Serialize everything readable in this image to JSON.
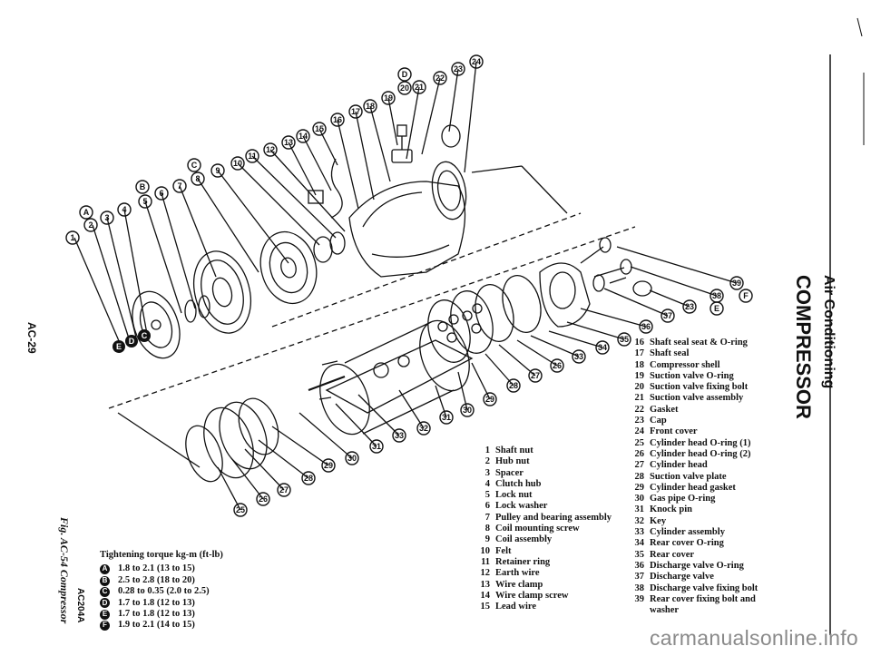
{
  "section": "Air Conditioning",
  "chapter": "COMPRESSOR",
  "page_number": "AC-29",
  "figure_caption": "Fig. AC-54 Compressor",
  "figure_code": "AC204A",
  "torque": {
    "heading": "Tightening torque kg-m (ft-lb)",
    "items": [
      {
        "key": "A",
        "value": "1.8 to 2.1 (13 to 15)"
      },
      {
        "key": "B",
        "value": "2.5 to 2.8 (18 to 20)"
      },
      {
        "key": "C",
        "value": "0.28 to 0.35 (2.0 to 2.5)"
      },
      {
        "key": "D",
        "value": "1.7 to 1.8 (12 to 13)"
      },
      {
        "key": "E",
        "value": "1.7 to 1.8 (12 to 13)"
      },
      {
        "key": "F",
        "value": "1.9 to 2.1 (14 to 15)"
      }
    ]
  },
  "parts_left": [
    {
      "num": "1",
      "name": "Shaft nut"
    },
    {
      "num": "2",
      "name": "Hub nut"
    },
    {
      "num": "3",
      "name": "Spacer"
    },
    {
      "num": "4",
      "name": "Clutch hub"
    },
    {
      "num": "5",
      "name": "Lock nut"
    },
    {
      "num": "6",
      "name": "Lock washer"
    },
    {
      "num": "7",
      "name": "Pulley and bearing assembly"
    },
    {
      "num": "8",
      "name": "Coil mounting screw"
    },
    {
      "num": "9",
      "name": "Coil assembly"
    },
    {
      "num": "10",
      "name": "Felt"
    },
    {
      "num": "11",
      "name": "Retainer ring"
    },
    {
      "num": "12",
      "name": "Earth wire"
    },
    {
      "num": "13",
      "name": "Wire clamp"
    },
    {
      "num": "14",
      "name": "Wire clamp screw"
    },
    {
      "num": "15",
      "name": "Lead wire"
    }
  ],
  "parts_right": [
    {
      "num": "16",
      "name": "Shaft seal seat & O-ring"
    },
    {
      "num": "17",
      "name": "Shaft seal"
    },
    {
      "num": "18",
      "name": "Compressor shell"
    },
    {
      "num": "19",
      "name": "Suction valve O-ring"
    },
    {
      "num": "20",
      "name": "Suction valve fixing bolt"
    },
    {
      "num": "21",
      "name": "Suction valve assembly"
    },
    {
      "num": "22",
      "name": "Gasket"
    },
    {
      "num": "23",
      "name": "Cap"
    },
    {
      "num": "24",
      "name": "Front cover"
    },
    {
      "num": "25",
      "name": "Cylinder head O-ring (1)"
    },
    {
      "num": "26",
      "name": "Cylinder head O-ring (2)"
    },
    {
      "num": "27",
      "name": "Cylinder head"
    },
    {
      "num": "28",
      "name": "Suction valve plate"
    },
    {
      "num": "29",
      "name": "Cylinder head gasket"
    },
    {
      "num": "30",
      "name": "Gas pipe O-ring"
    },
    {
      "num": "31",
      "name": "Knock pin"
    },
    {
      "num": "32",
      "name": "Key"
    },
    {
      "num": "33",
      "name": "Cylinder assembly"
    },
    {
      "num": "34",
      "name": "Rear cover O-ring"
    },
    {
      "num": "35",
      "name": "Rear cover"
    },
    {
      "num": "36",
      "name": "Discharge valve O-ring"
    },
    {
      "num": "37",
      "name": "Discharge valve"
    },
    {
      "num": "38",
      "name": "Discharge valve fixing bolt"
    },
    {
      "num": "39",
      "name": "Rear cover fixing bolt and",
      "cont": "washer"
    }
  ],
  "callouts": {
    "top_row": [
      "1",
      "2",
      "A",
      "3",
      "4",
      "5",
      "B",
      "6",
      "7",
      "C",
      "8",
      "9",
      "10",
      "11",
      "12",
      "13",
      "14",
      "15",
      "16",
      "17",
      "18",
      "19",
      "D",
      "20",
      "21",
      "22",
      "23",
      "24"
    ],
    "right_cluster": [
      "39",
      "F",
      "38",
      "23",
      "E",
      "37",
      "36",
      "35",
      "34",
      "33"
    ],
    "lower_mid": [
      "26",
      "27",
      "28",
      "29",
      "30",
      "31",
      "32",
      "33"
    ],
    "lower_left": [
      "25",
      "26",
      "27",
      "28",
      "29",
      "30",
      "31"
    ],
    "left_cluster": [
      "E",
      "D",
      "C"
    ]
  },
  "watermark": "carmanualsonline.info"
}
